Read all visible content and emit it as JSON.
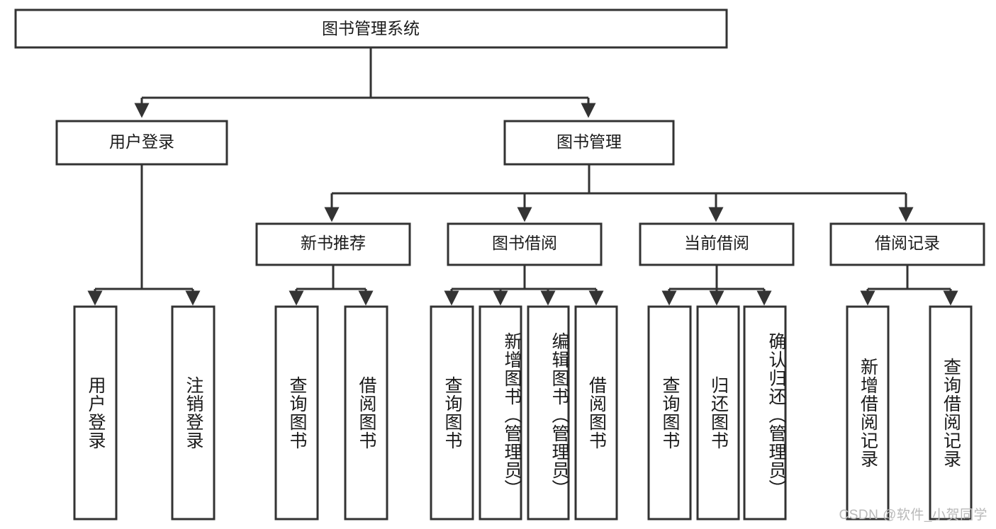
{
  "diagram": {
    "title_node": {
      "label": "图书管理系统"
    },
    "level2": [
      {
        "id": "user-login",
        "label": "用户登录"
      },
      {
        "id": "book-management",
        "label": "图书管理"
      }
    ],
    "level3": [
      {
        "id": "new-book-recommend",
        "label": "新书推荐"
      },
      {
        "id": "book-borrow",
        "label": "图书借阅"
      },
      {
        "id": "current-borrow",
        "label": "当前借阅"
      },
      {
        "id": "borrow-record",
        "label": "借阅记录"
      }
    ],
    "leaves": [
      {
        "id": "leaf-user-login",
        "label": "用户登录",
        "parent": "user-login"
      },
      {
        "id": "leaf-logout-login",
        "label": "注销登录",
        "parent": "user-login"
      },
      {
        "id": "leaf-query-books-1",
        "label": "查询图书",
        "parent": "new-book-recommend"
      },
      {
        "id": "leaf-borrow-books-1",
        "label": "借阅图书",
        "parent": "new-book-recommend"
      },
      {
        "id": "leaf-query-books-2",
        "label": "查询图书",
        "parent": "book-borrow"
      },
      {
        "id": "leaf-add-book",
        "label": "新增图书（管理员）",
        "parent": "book-borrow"
      },
      {
        "id": "leaf-edit-book",
        "label": "编辑图书（管理员）",
        "parent": "book-borrow"
      },
      {
        "id": "leaf-borrow-books-2",
        "label": "借阅图书",
        "parent": "book-borrow"
      },
      {
        "id": "leaf-query-books-3",
        "label": "查询图书",
        "parent": "current-borrow"
      },
      {
        "id": "leaf-return-book",
        "label": "归还图书",
        "parent": "current-borrow"
      },
      {
        "id": "leaf-confirm-return",
        "label": "确认归还（管理员）",
        "parent": "current-borrow"
      },
      {
        "id": "leaf-add-record",
        "label": "新增借阅记录",
        "parent": "borrow-record"
      },
      {
        "id": "leaf-query-record",
        "label": "查询借阅记录",
        "parent": "borrow-record"
      }
    ],
    "watermark": "CSDN @软件_小贺同学",
    "colors": {
      "stroke": "#333333",
      "box_fill": "#ffffff",
      "text": "#1a1a1a",
      "background": "#ffffff",
      "watermark_text": "#b9b9b9"
    }
  }
}
